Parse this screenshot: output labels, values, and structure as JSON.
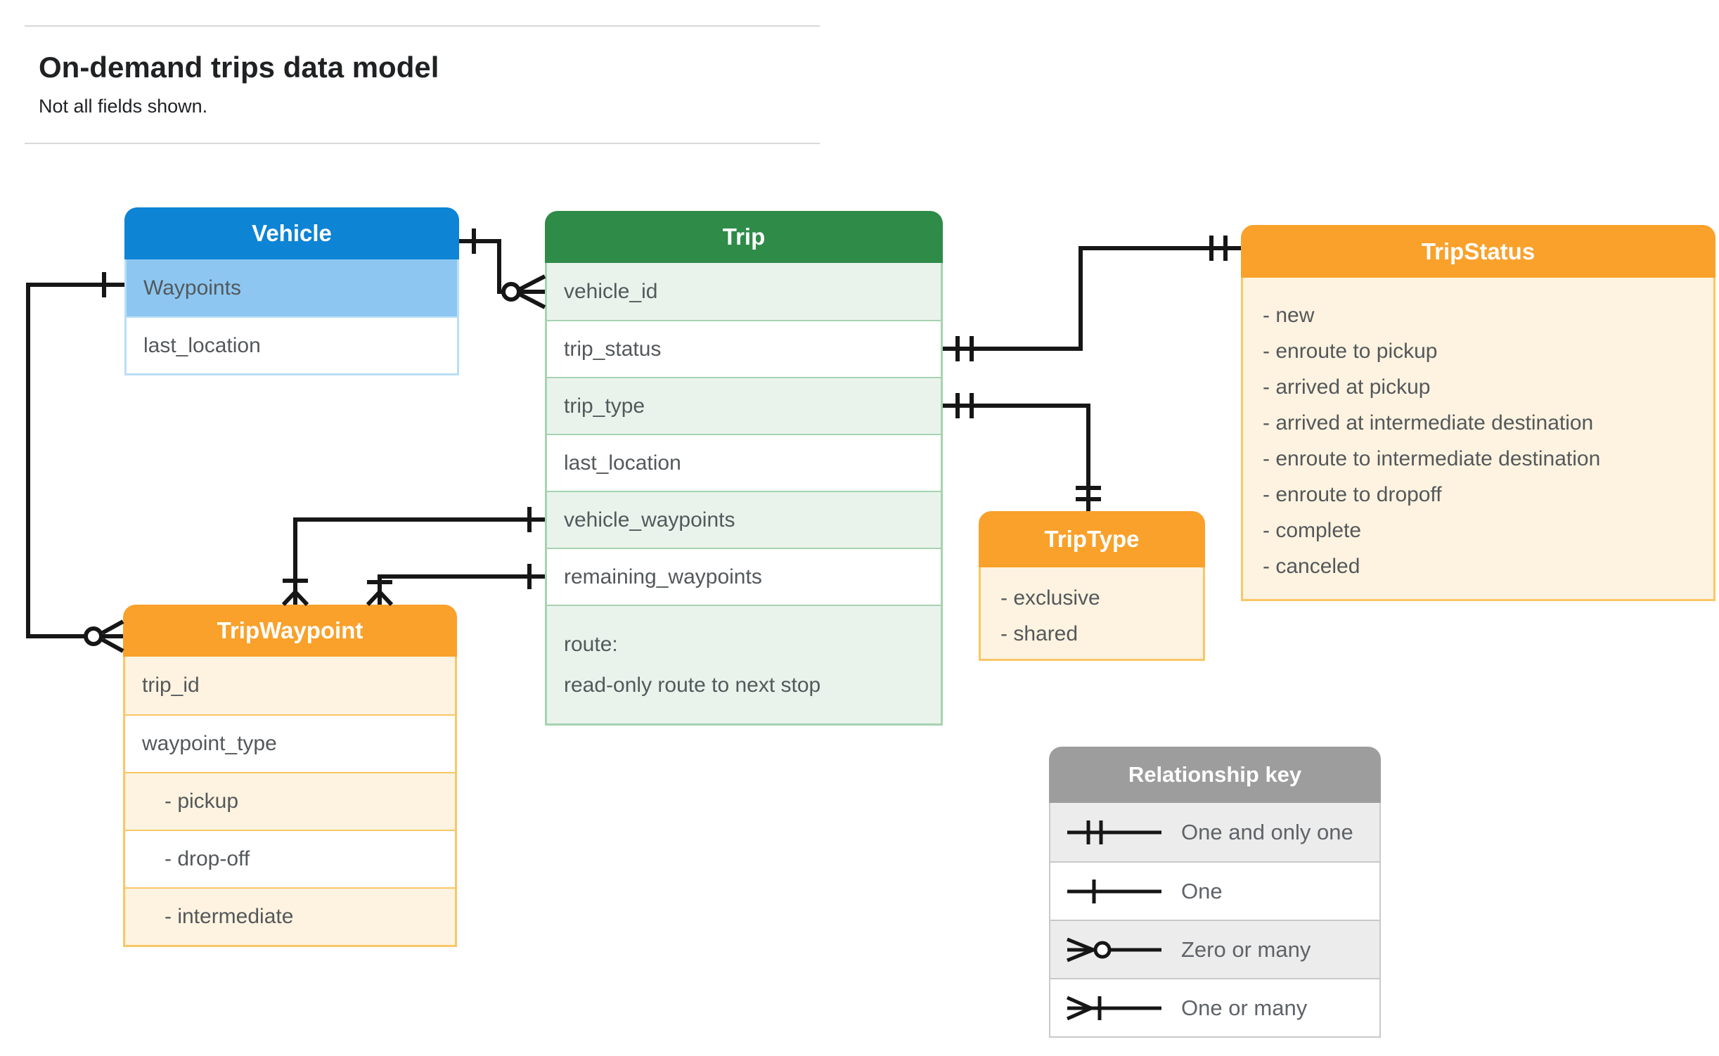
{
  "page": {
    "title": "On-demand trips data model",
    "subtitle": "Not all fields shown."
  },
  "entities": {
    "vehicle": {
      "title": "Vehicle",
      "rows": [
        "Waypoints",
        "last_location"
      ]
    },
    "trip": {
      "title": "Trip",
      "rows": [
        "vehicle_id",
        "trip_status",
        "trip_type",
        "last_location",
        "vehicle_waypoints",
        "remaining_waypoints"
      ],
      "route_lines": [
        "route:",
        "read-only route to next stop"
      ]
    },
    "trip_status": {
      "title": "TripStatus",
      "items": [
        "- new",
        "- enroute to pickup",
        "- arrived at pickup",
        "- arrived at intermediate destination",
        "- enroute to intermediate destination",
        "- enroute to dropoff",
        "- complete",
        "- canceled"
      ]
    },
    "trip_type": {
      "title": "TripType",
      "items": [
        "- exclusive",
        "- shared"
      ]
    },
    "trip_waypoint": {
      "title": "TripWaypoint",
      "rows": [
        "trip_id",
        "waypoint_type",
        "- pickup",
        "- drop-off",
        "- intermediate"
      ]
    }
  },
  "legend": {
    "title": "Relationship key",
    "items": [
      {
        "symbol": "one-and-only-one",
        "label": "One and only one"
      },
      {
        "symbol": "one",
        "label": "One"
      },
      {
        "symbol": "zero-or-many",
        "label": "Zero or many"
      },
      {
        "symbol": "one-or-many",
        "label": "One or many"
      }
    ]
  },
  "colors": {
    "vehicle_header": "#0d84d4",
    "vehicle_row_tint": "#8dc7f1",
    "vehicle_border": "#badef7",
    "trip_header": "#2e8b48",
    "trip_row_tint": "#e9f3ec",
    "trip_border": "#a6d3b1",
    "orange_header": "#f9a12b",
    "orange_row_tint": "#fdf3e0",
    "orange_border": "#f9c766",
    "legend_header": "#9d9d9d",
    "legend_row_tint": "#ececec",
    "legend_border": "#c9c9c9",
    "connector": "#161616",
    "text_dark": "#1f2123",
    "text_row": "#54585b",
    "hairline": "#d8d8d8"
  }
}
